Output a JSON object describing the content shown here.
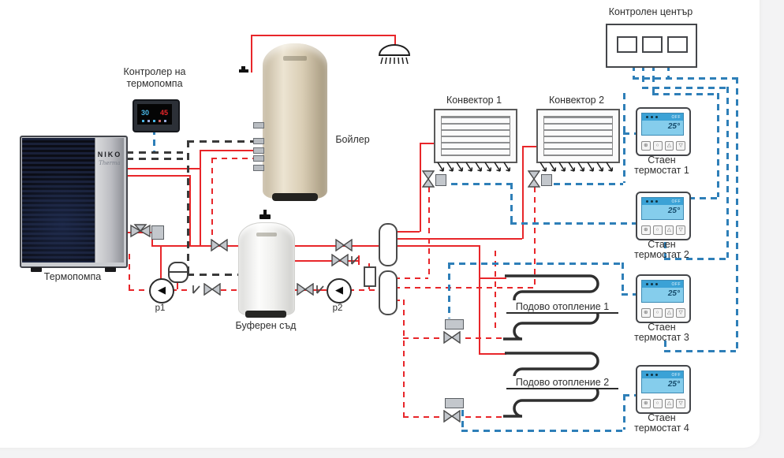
{
  "page": {
    "bg": "#f3f3f4",
    "card_bg": "#ffffff"
  },
  "colors": {
    "hot_line": "#e8262a",
    "control_line": "#2e7fb8",
    "dhw_line": "#3a3a3a",
    "coil": "#2f2f2f"
  },
  "heat_pump": {
    "label": "Термопомпа",
    "brand": "NIKO",
    "brand_sub": "Therma"
  },
  "hp_controller": {
    "label_line1": "Контролер на",
    "label_line2": "термопомпа",
    "temp_blue": "30",
    "temp_red": "45"
  },
  "boiler": {
    "label": "Бойлер"
  },
  "buffer_tank": {
    "label": "Буферен съд"
  },
  "pumps": {
    "p1": "p1",
    "p2": "p2"
  },
  "convectors": [
    {
      "label": "Конвектор 1"
    },
    {
      "label": "Конвектор 2"
    }
  ],
  "floor_heating": [
    {
      "label": "Подово отопление 1"
    },
    {
      "label": "Подово отопление 2"
    }
  ],
  "control_center": {
    "label": "Контролен център"
  },
  "thermostats": [
    {
      "label_line1": "Стаен",
      "label_line2": "термостат 1",
      "temp": "25°",
      "status": "OFF"
    },
    {
      "label_line1": "Стаен",
      "label_line2": "термостат 2",
      "temp": "25°",
      "status": "OFF"
    },
    {
      "label_line1": "Стаен",
      "label_line2": "термостат 3",
      "temp": "25°",
      "status": "OFF"
    },
    {
      "label_line1": "Стаен",
      "label_line2": "термостат 4",
      "temp": "25°",
      "status": "OFF"
    }
  ],
  "icons": {
    "pump": "◀",
    "thermostat_buttons": [
      "⊛",
      "○",
      "△",
      "▽"
    ]
  }
}
